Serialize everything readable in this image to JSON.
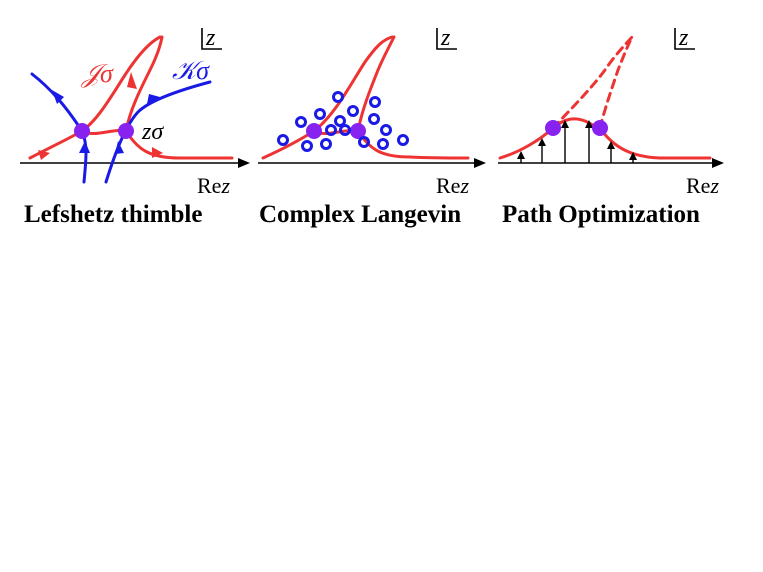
{
  "panels": [
    {
      "title": "Lefshetz thimble",
      "axis_label": "Rez",
      "plane_label": "z",
      "labels": {
        "thimble": "𝒥σ",
        "dual_thimble": "𝒦σ",
        "saddle": "zσ"
      }
    },
    {
      "title": "Complex Langevin",
      "axis_label": "Rez",
      "plane_label": "z"
    },
    {
      "title": "Path Optimization",
      "axis_label": "Rez",
      "plane_label": "z"
    }
  ],
  "colors": {
    "thimble": "#ee3333",
    "dual_thimble": "#1a1ae6",
    "saddle_point": "#8822ee",
    "samples": "#1a1ae6"
  }
}
